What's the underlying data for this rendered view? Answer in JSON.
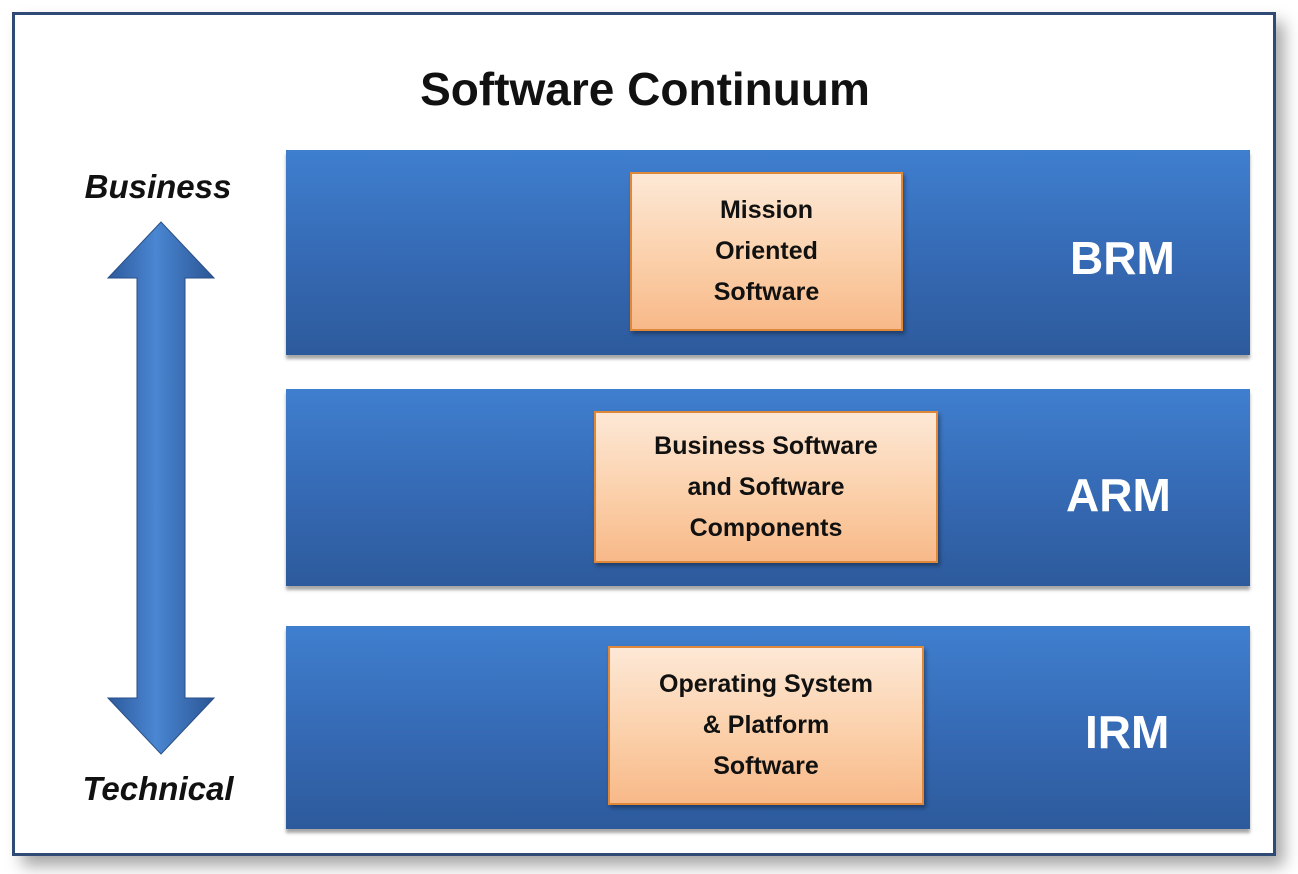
{
  "diagram": {
    "title": "Software Continuum",
    "axis": {
      "top_label": "Business",
      "bottom_label": "Technical",
      "arrow": "double-headed-vertical-arrow"
    },
    "layers": [
      {
        "model": "BRM",
        "box_lines": [
          "Mission",
          "Oriented",
          "Software"
        ]
      },
      {
        "model": "ARM",
        "box_lines": [
          "Business Software",
          "and Software",
          "Components"
        ]
      },
      {
        "model": "IRM",
        "box_lines": [
          "Operating System",
          "& Platform",
          "Software"
        ]
      }
    ],
    "colors": {
      "band": "#3569b3",
      "box_fill": "#fbd0aa",
      "box_border": "#e0883a",
      "frame_border": "#2f4b75",
      "model_text": "#ffffff"
    }
  }
}
